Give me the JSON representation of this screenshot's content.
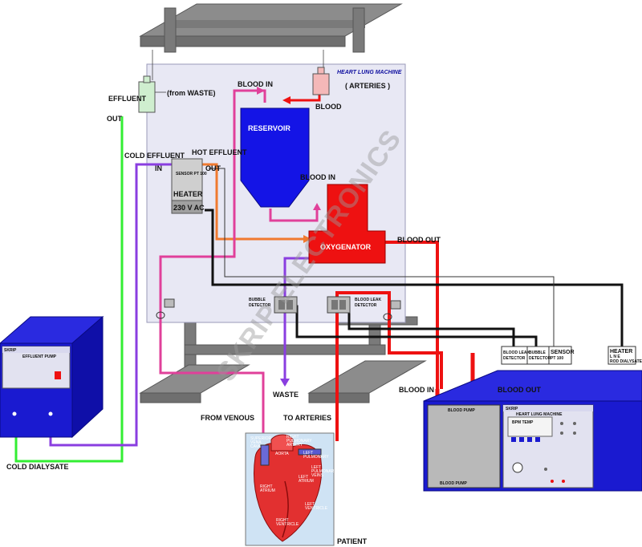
{
  "panel": {
    "title": "HEART LUNG MACHINE"
  },
  "labels": {
    "effluent": "EFFLUENT",
    "out_left": "OUT",
    "from_waste": "(from WASTE)",
    "blood_in_top": "BLOOD IN",
    "arteries": "( ARTERIES )",
    "blood": "BLOOD",
    "reservoir": "RESERVOIR",
    "cold_effluent": "COLD EFFLUENT",
    "in": "IN",
    "hot_effluent": "HOT EFFLUENT",
    "out_heater": "OUT",
    "sensor_pt": "SENSOR  PT 100",
    "heater": "HEATER",
    "heater_voltage": "230 V  AC",
    "blood_in_oxy": "BLOOD IN",
    "oxygenator": "OXYGENATOR",
    "blood_out_oxy": "BLOOD OUT",
    "bubble_detector": "BUBBLE\nDETECTOR",
    "blood_leak_detector": "BLOOD LEAK\nDETECTOR",
    "waste": "WASTE",
    "from_venous": "FROM VENOUS",
    "to_arteries": "TO  ARTERIES",
    "patient": "PATIENT",
    "cold_dialysate": "COLD DIALYSATE",
    "blood_in_pump": "BLOOD IN",
    "blood_out_pump": "BLOOD OUT",
    "watermark": "SKRIP ELECTRONICS"
  },
  "connectors": [
    {
      "label": "BLOOD LEAK\nDETECTOR"
    },
    {
      "label": "BUBBLE\nDETECTOR"
    },
    {
      "label": "SENSOR\nPT 100"
    },
    {
      "label": "HEATER\nL  N  E\nROD DIALYSATE"
    }
  ],
  "effluent_pump": {
    "header_left": "SKRIP",
    "title": "EFFLUENT PUMP"
  },
  "blood_pump": {
    "maker": "SKRIP",
    "title": "HEART LUNG MACHINE",
    "label_top": "BLOOD PUMP",
    "label_bottom": "BLOOD PUMP",
    "display_text": "BPM  TEMP"
  },
  "heart": {
    "labels": [
      "SUPERIOR\nVENA\nCAVA",
      "RIGHT\nPULMONARY\nARTERY",
      "AORTA",
      "LEFT\nPULMONARY",
      "LEFT\nPULMONARY\nVEINS",
      "LEFT\nATRIUM",
      "RIGHT\nATRIUM",
      "LEFT\nVENTRICLE",
      "RIGHT\nVENTRICLE"
    ]
  },
  "colors": {
    "panel": "#e8e8f4",
    "frame": "#8c8c8c",
    "frame_dark": "#5c5c5c",
    "reservoir": "#1414e6",
    "oxygenator": "#ee1111",
    "blood_line": "#ee1111",
    "pink_line": "#e0409a",
    "orange_line": "#f07a30",
    "purple_line": "#8a3ee0",
    "green_line": "#33ee33",
    "pump_blue": "#1a1ad0",
    "watermark": "#999999"
  }
}
